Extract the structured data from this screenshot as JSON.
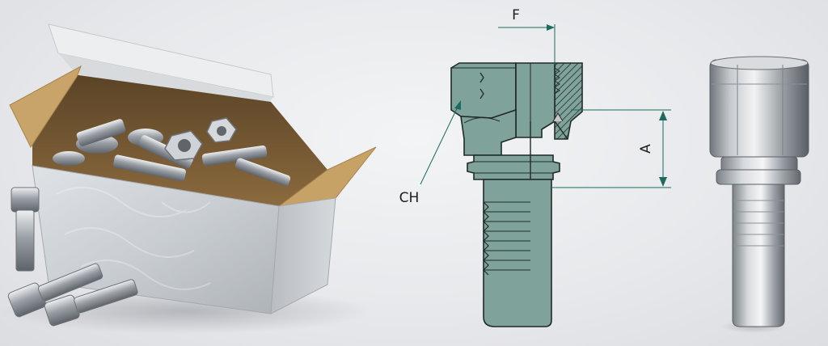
{
  "diagram": {
    "labels": {
      "F": "F",
      "A": "A",
      "CH": "CH"
    }
  },
  "colors": {
    "background": "#e8e9ec",
    "fitting_fill": "#7fa39b",
    "outline": "#1f2a28",
    "leader_line": "#1b6b5e",
    "steel": "#b9bec3",
    "cardboard": "#c9a46a"
  }
}
